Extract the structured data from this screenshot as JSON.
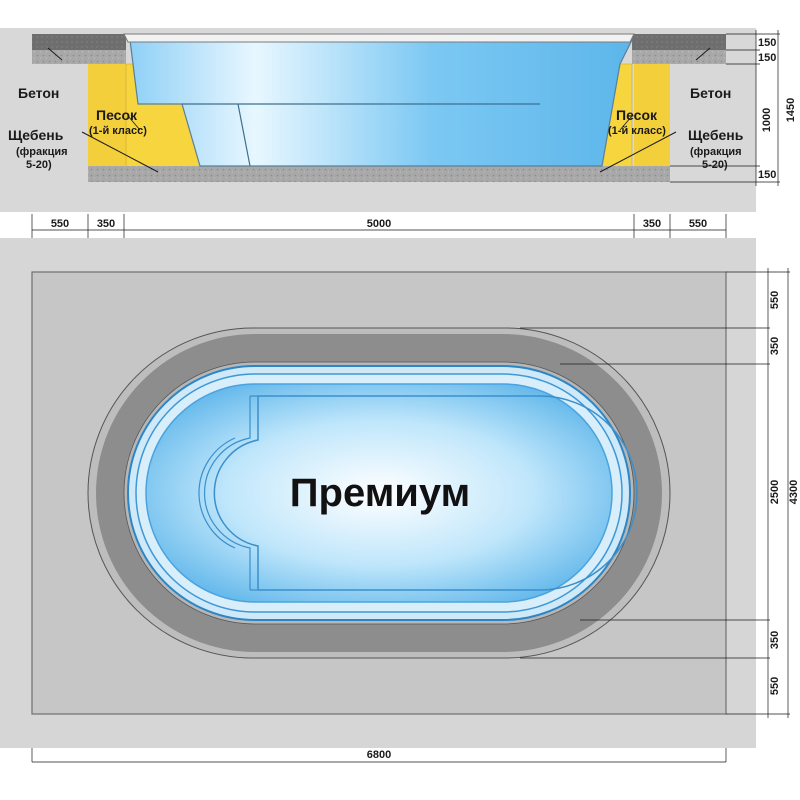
{
  "section": {
    "labels": {
      "concrete": "Бетон",
      "sand": "Песок",
      "sand_class": "(1-й класс)",
      "gravel": "Щебень",
      "gravel_fraction_1": "(фракция",
      "gravel_fraction_2": "5-20)"
    },
    "dims_right": {
      "top_slab": "150",
      "bed": "150",
      "depth": "1000",
      "bottom": "150",
      "total": "1450"
    }
  },
  "widths": {
    "outer": "550",
    "sand": "350",
    "pool": "5000"
  },
  "plan": {
    "title": "Премиум",
    "dims_right": {
      "outer": "550",
      "sand": "350",
      "pool": "2500",
      "total": "4300"
    },
    "total_width": "6800"
  },
  "colors": {
    "background_panel": "#d6d6d6",
    "slab": "#c7c7c7",
    "ring": "#8c8c8c",
    "ring_light": "#bdbdbd",
    "sand": "#f6d23d",
    "gravel": "#a5a5a5",
    "concrete": "#6f6f6f",
    "water_light": "#e6f5ff",
    "water": "#5fb9f0",
    "rim": "#3a96d6"
  }
}
